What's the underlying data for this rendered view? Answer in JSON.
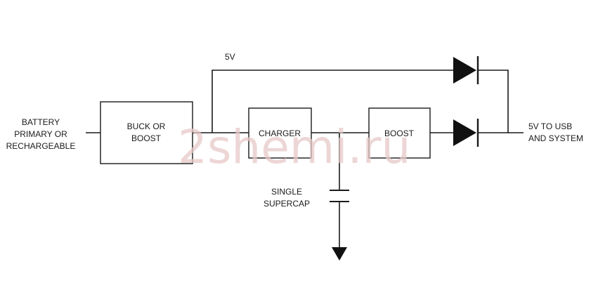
{
  "labels": {
    "battery": [
      "BATTERY",
      "PRIMARY OR",
      "RECHARGEABLE"
    ],
    "rail": "5V",
    "output": [
      "5V TO USB",
      "AND SYSTEM"
    ],
    "supercap": [
      "SINGLE",
      "SUPERCAP"
    ]
  },
  "blocks": {
    "buck_boost": [
      "BUCK OR",
      "BOOST"
    ],
    "charger": "CHARGER",
    "boost": "BOOST"
  },
  "watermark": "2shemi.ru"
}
